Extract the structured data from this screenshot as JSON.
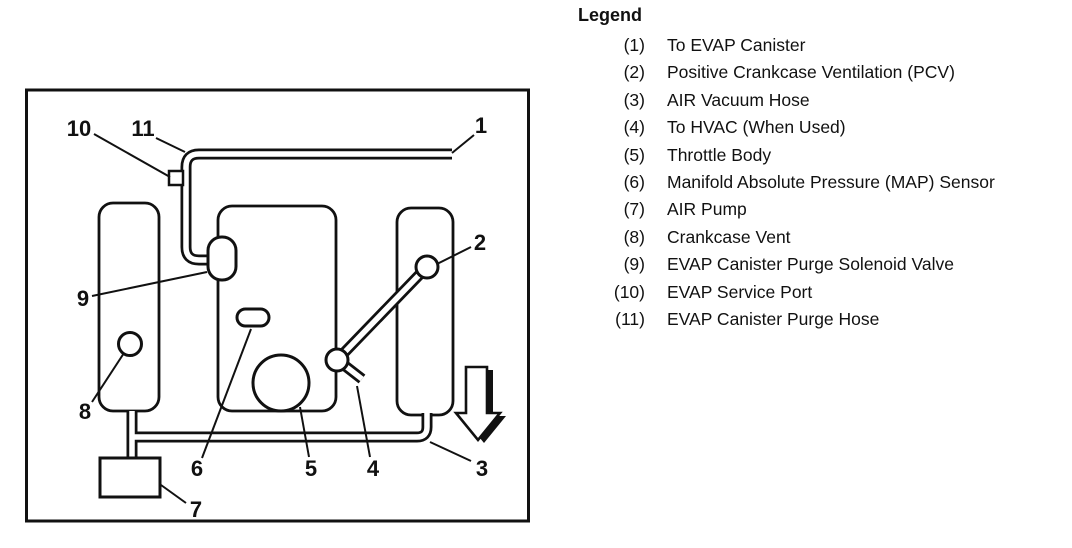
{
  "colors": {
    "ink": "#111111",
    "paper": "#ffffff"
  },
  "legend": {
    "title": "Legend",
    "items": [
      {
        "num": "(1)",
        "label": "To EVAP Canister"
      },
      {
        "num": "(2)",
        "label": "Positive Crankcase Ventilation (PCV)"
      },
      {
        "num": "(3)",
        "label": "AIR Vacuum Hose"
      },
      {
        "num": "(4)",
        "label": "To HVAC (When Used)"
      },
      {
        "num": "(5)",
        "label": "Throttle Body"
      },
      {
        "num": "(6)",
        "label": "Manifold Absolute Pressure (MAP) Sensor"
      },
      {
        "num": "(7)",
        "label": "AIR Pump"
      },
      {
        "num": "(8)",
        "label": "Crankcase Vent"
      },
      {
        "num": "(9)",
        "label": "EVAP Canister Purge Solenoid Valve"
      },
      {
        "num": "(10)",
        "label": "EVAP Service Port"
      },
      {
        "num": "(11)",
        "label": "EVAP Canister Purge Hose"
      }
    ]
  },
  "diagram": {
    "callouts": {
      "c1": "1",
      "c2": "2",
      "c3": "3",
      "c4": "4",
      "c5": "5",
      "c6": "6",
      "c7": "7",
      "c8": "8",
      "c9": "9",
      "c10": "10",
      "c11": "11"
    }
  }
}
